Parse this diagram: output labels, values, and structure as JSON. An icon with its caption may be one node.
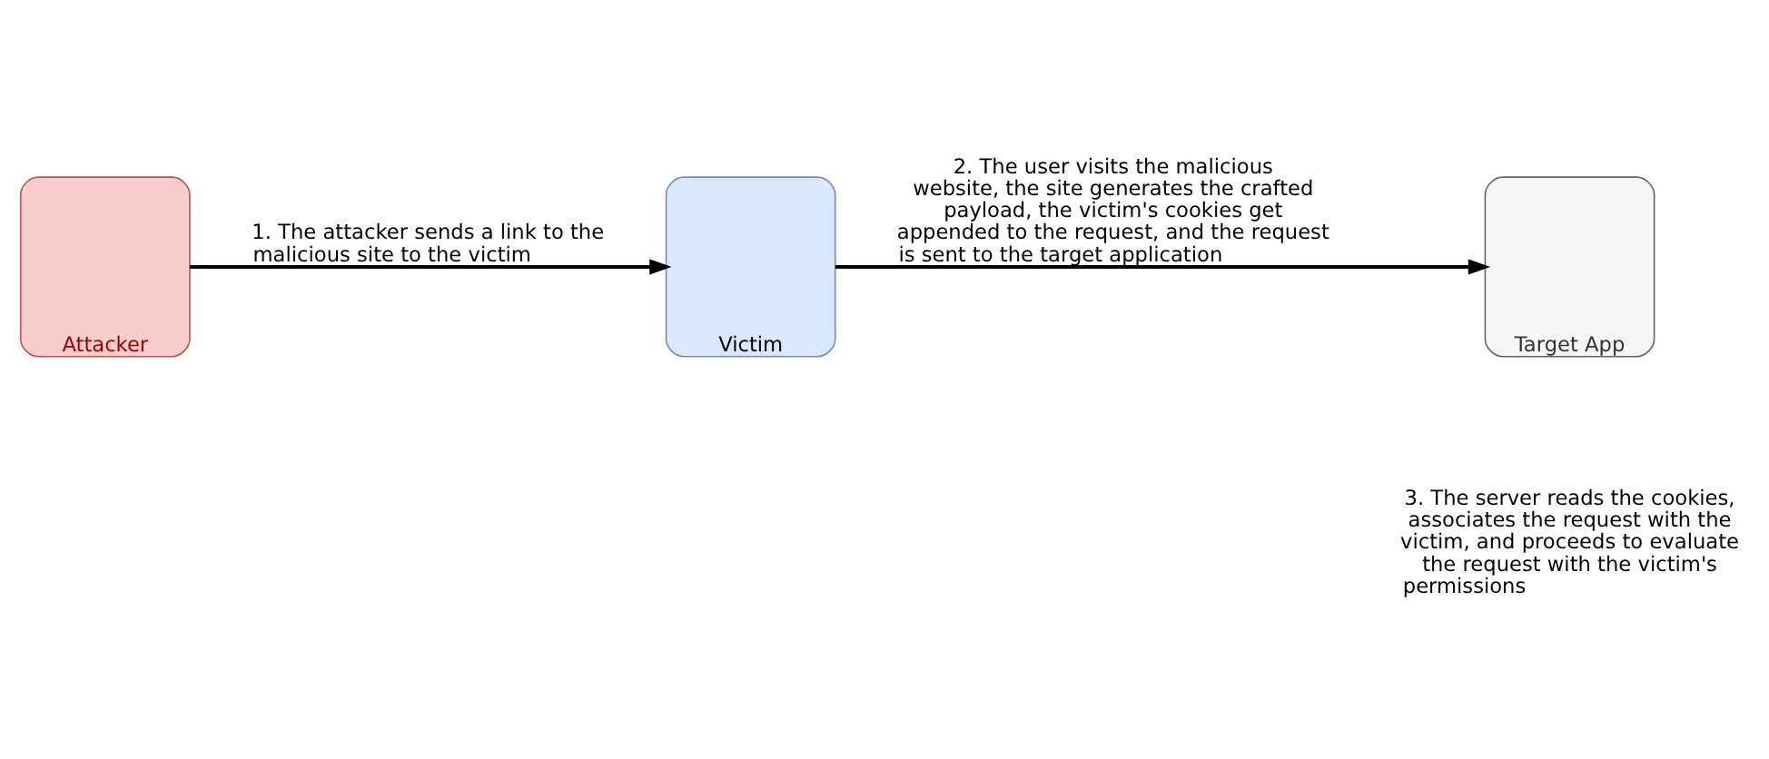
{
  "diagram": {
    "nodes": [
      {
        "text": [
          "Attacker"
        ]
      },
      {
        "text": [
          "Victim"
        ]
      },
      {
        "text": [
          "Target App"
        ]
      }
    ],
    "edges": [
      {
        "from": 0,
        "to": 1,
        "arrow": "to",
        "label": "1. The attacker sends a link to the malicious site to the victim"
      },
      {
        "from": 1,
        "to": 2,
        "arrow": "to",
        "label": "2. The user visits the malicious website, the site generates the crafted payload, the victim's cookies get appended to the request, and the request is sent to the target application"
      }
    ],
    "labels": [
      "3. The server reads the cookies, associates the request with the victim, and proceeds to evaluate the request with the victim's permissions"
    ]
  }
}
